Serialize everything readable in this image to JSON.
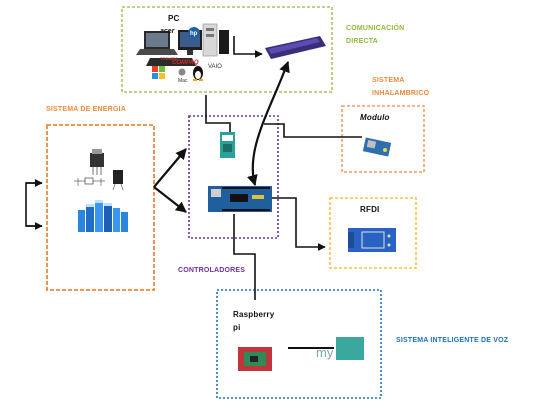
{
  "labels": {
    "comunicacion_line1": "COMUNICACIÓN",
    "comunicacion_line2": "DIRECTA",
    "pc": "PC",
    "sistema_inalambrico_line1": "SISTEMA",
    "sistema_inalambrico_line2": "INHALAMBRICO",
    "modulo": "Modulo",
    "sistema_energia": "SISTEMA DE ENERGIA",
    "rfdi": "RFDI",
    "controladores": "CONTROLADORES",
    "raspberry_line1": "Raspberry",
    "raspberry_line2": "pi",
    "sistema_voz": "SISTEMA INTELIGENTE DE VOZ",
    "mycroft_text": "my"
  },
  "logos": {
    "acer": "acer",
    "hp": "hp",
    "compaq": "COMPAQ",
    "toshiba": "TOSHIBA",
    "vaio": "VAIO",
    "mac": "Mac"
  },
  "colors": {
    "green": "#8dbd3c",
    "orange": "#f0893c",
    "purple": "#7030a0",
    "blue": "#1e6fc0",
    "yellow": "#f5c242",
    "arrow": "#111111"
  }
}
